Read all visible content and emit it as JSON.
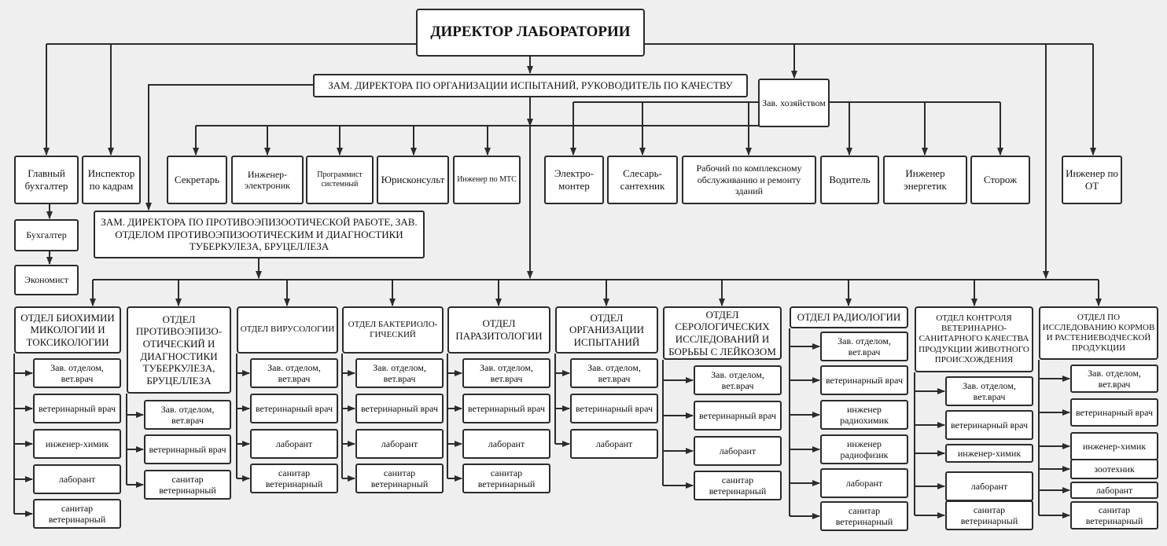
{
  "director": "ДИРЕКТОР ЛАБОРАТОРИИ",
  "deputy_quality": "ЗАМ. ДИРЕКТОРА ПО ОРГАНИЗАЦИИ ИСПЫТАНИЙ, РУКОВОДИТЕЛЬ ПО КАЧЕСТВУ",
  "household_head": "Зав. хозяйством",
  "deputy_epizootic": "ЗАМ. ДИРЕКТОРА ПО ПРОТИВОЭПИЗООТИЧЕСКОЙ РАБОТЕ, ЗАВ. ОТДЕЛОМ ПРОТИВОЭПИЗООТИЧЕСКИМ И ДИАГНОСТИКИ ТУБЕРКУЛЕЗА, БРУЦЕЛЛЕЗА",
  "staff": {
    "chief_accountant": "Главный бухгалтер",
    "hr_inspector": "Инспектор по кадрам",
    "secretary": "Секретарь",
    "electronics_engineer": "Инженер-электроник",
    "system_programmer": "Программист системный",
    "legal_adviser": "Юрисконсульт",
    "mts_engineer": "Инженер по МТС",
    "electrician": "Электро-монтер",
    "plumber": "Слесарь-сантехник",
    "maintenance_worker": "Рабочий по комплексному обслуживанию и ремонту зданий",
    "driver": "Водитель",
    "power_engineer": "Инженер энергетик",
    "guard": "Сторож",
    "ot_engineer": "Инженер по ОТ",
    "accountant": "Бухгалтер",
    "economist": "Экономист"
  },
  "departments": [
    {
      "title": "ОТДЕЛ БИОХИМИИ МИКОЛОГИИ И ТОКСИКОЛОГИИ",
      "staff": [
        "Зав. отделом, вет.врач",
        "ветеринарный врач",
        "инженер-химик",
        "лаборант",
        "санитар ветеринарный"
      ]
    },
    {
      "title": "ОТДЕЛ ПРОТИВОЭПИЗО-ОТИЧЕСКИЙ И ДИАГНОСТИКИ ТУБЕРКУЛЕЗА, БРУЦЕЛЛЕЗА",
      "staff": [
        "Зав. отделом, вет.врач",
        "ветеринарный врач",
        "санитар ветеринарный"
      ]
    },
    {
      "title": "ОТДЕЛ ВИРУСОЛОГИИ",
      "staff": [
        "Зав. отделом, вет.врач",
        "ветеринарный врач",
        "лаборант",
        "санитар ветеринарный"
      ]
    },
    {
      "title": "ОТДЕЛ БАКТЕРИОЛО-ГИЧЕСКИЙ",
      "staff": [
        "Зав. отделом, вет.врач",
        "ветеринарный врач",
        "лаборант",
        "санитар ветеринарный"
      ]
    },
    {
      "title": "ОТДЕЛ ПАРАЗИТОЛОГИИ",
      "staff": [
        "Зав. отделом, вет.врач",
        "ветеринарный врач",
        "лаборант",
        "санитар ветеринарный"
      ]
    },
    {
      "title": "ОТДЕЛ ОРГАНИЗАЦИИ ИСПЫТАНИЙ",
      "staff": [
        "Зав. отделом, вет.врач",
        "ветеринарный врач",
        "лаборант"
      ]
    },
    {
      "title": "ОТДЕЛ СЕРОЛОГИЧЕСКИХ ИССЛЕДОВАНИЙ И БОРЬБЫ С ЛЕЙКОЗОМ",
      "staff": [
        "Зав. отделом, вет.врач",
        "ветеринарный врач",
        "лаборант",
        "санитар ветеринарный"
      ]
    },
    {
      "title": "ОТДЕЛ РАДИОЛОГИИ",
      "staff": [
        "Зав. отделом, вет.врач",
        "ветеринарный врач",
        "инженер радиохимик",
        "инженер радиофизик",
        "лаборант",
        "санитар ветеринарный"
      ]
    },
    {
      "title": "ОТДЕЛ КОНТРОЛЯ ВЕТЕРИНАРНО-САНИТАРНОГО КАЧЕСТВА ПРОДУКЦИИ ЖИВОТНОГО ПРОИСХОЖДЕНИЯ",
      "staff": [
        "Зав. отделом, вет.врач",
        "ветеринарный врач",
        "инженер-химик",
        "лаборант",
        "санитар ветеринарный"
      ]
    },
    {
      "title": "ОТДЕЛ ПО ИССЛЕДОВАНИЮ КОРМОВ И РАСТЕНИЕВОДЧЕСКОЙ ПРОДУКЦИИ",
      "staff": [
        "Зав. отделом, вет.врач",
        "ветеринарный врач",
        "инженер-химик",
        "зоотехник",
        "лаборант",
        "санитар ветеринарный"
      ]
    }
  ]
}
